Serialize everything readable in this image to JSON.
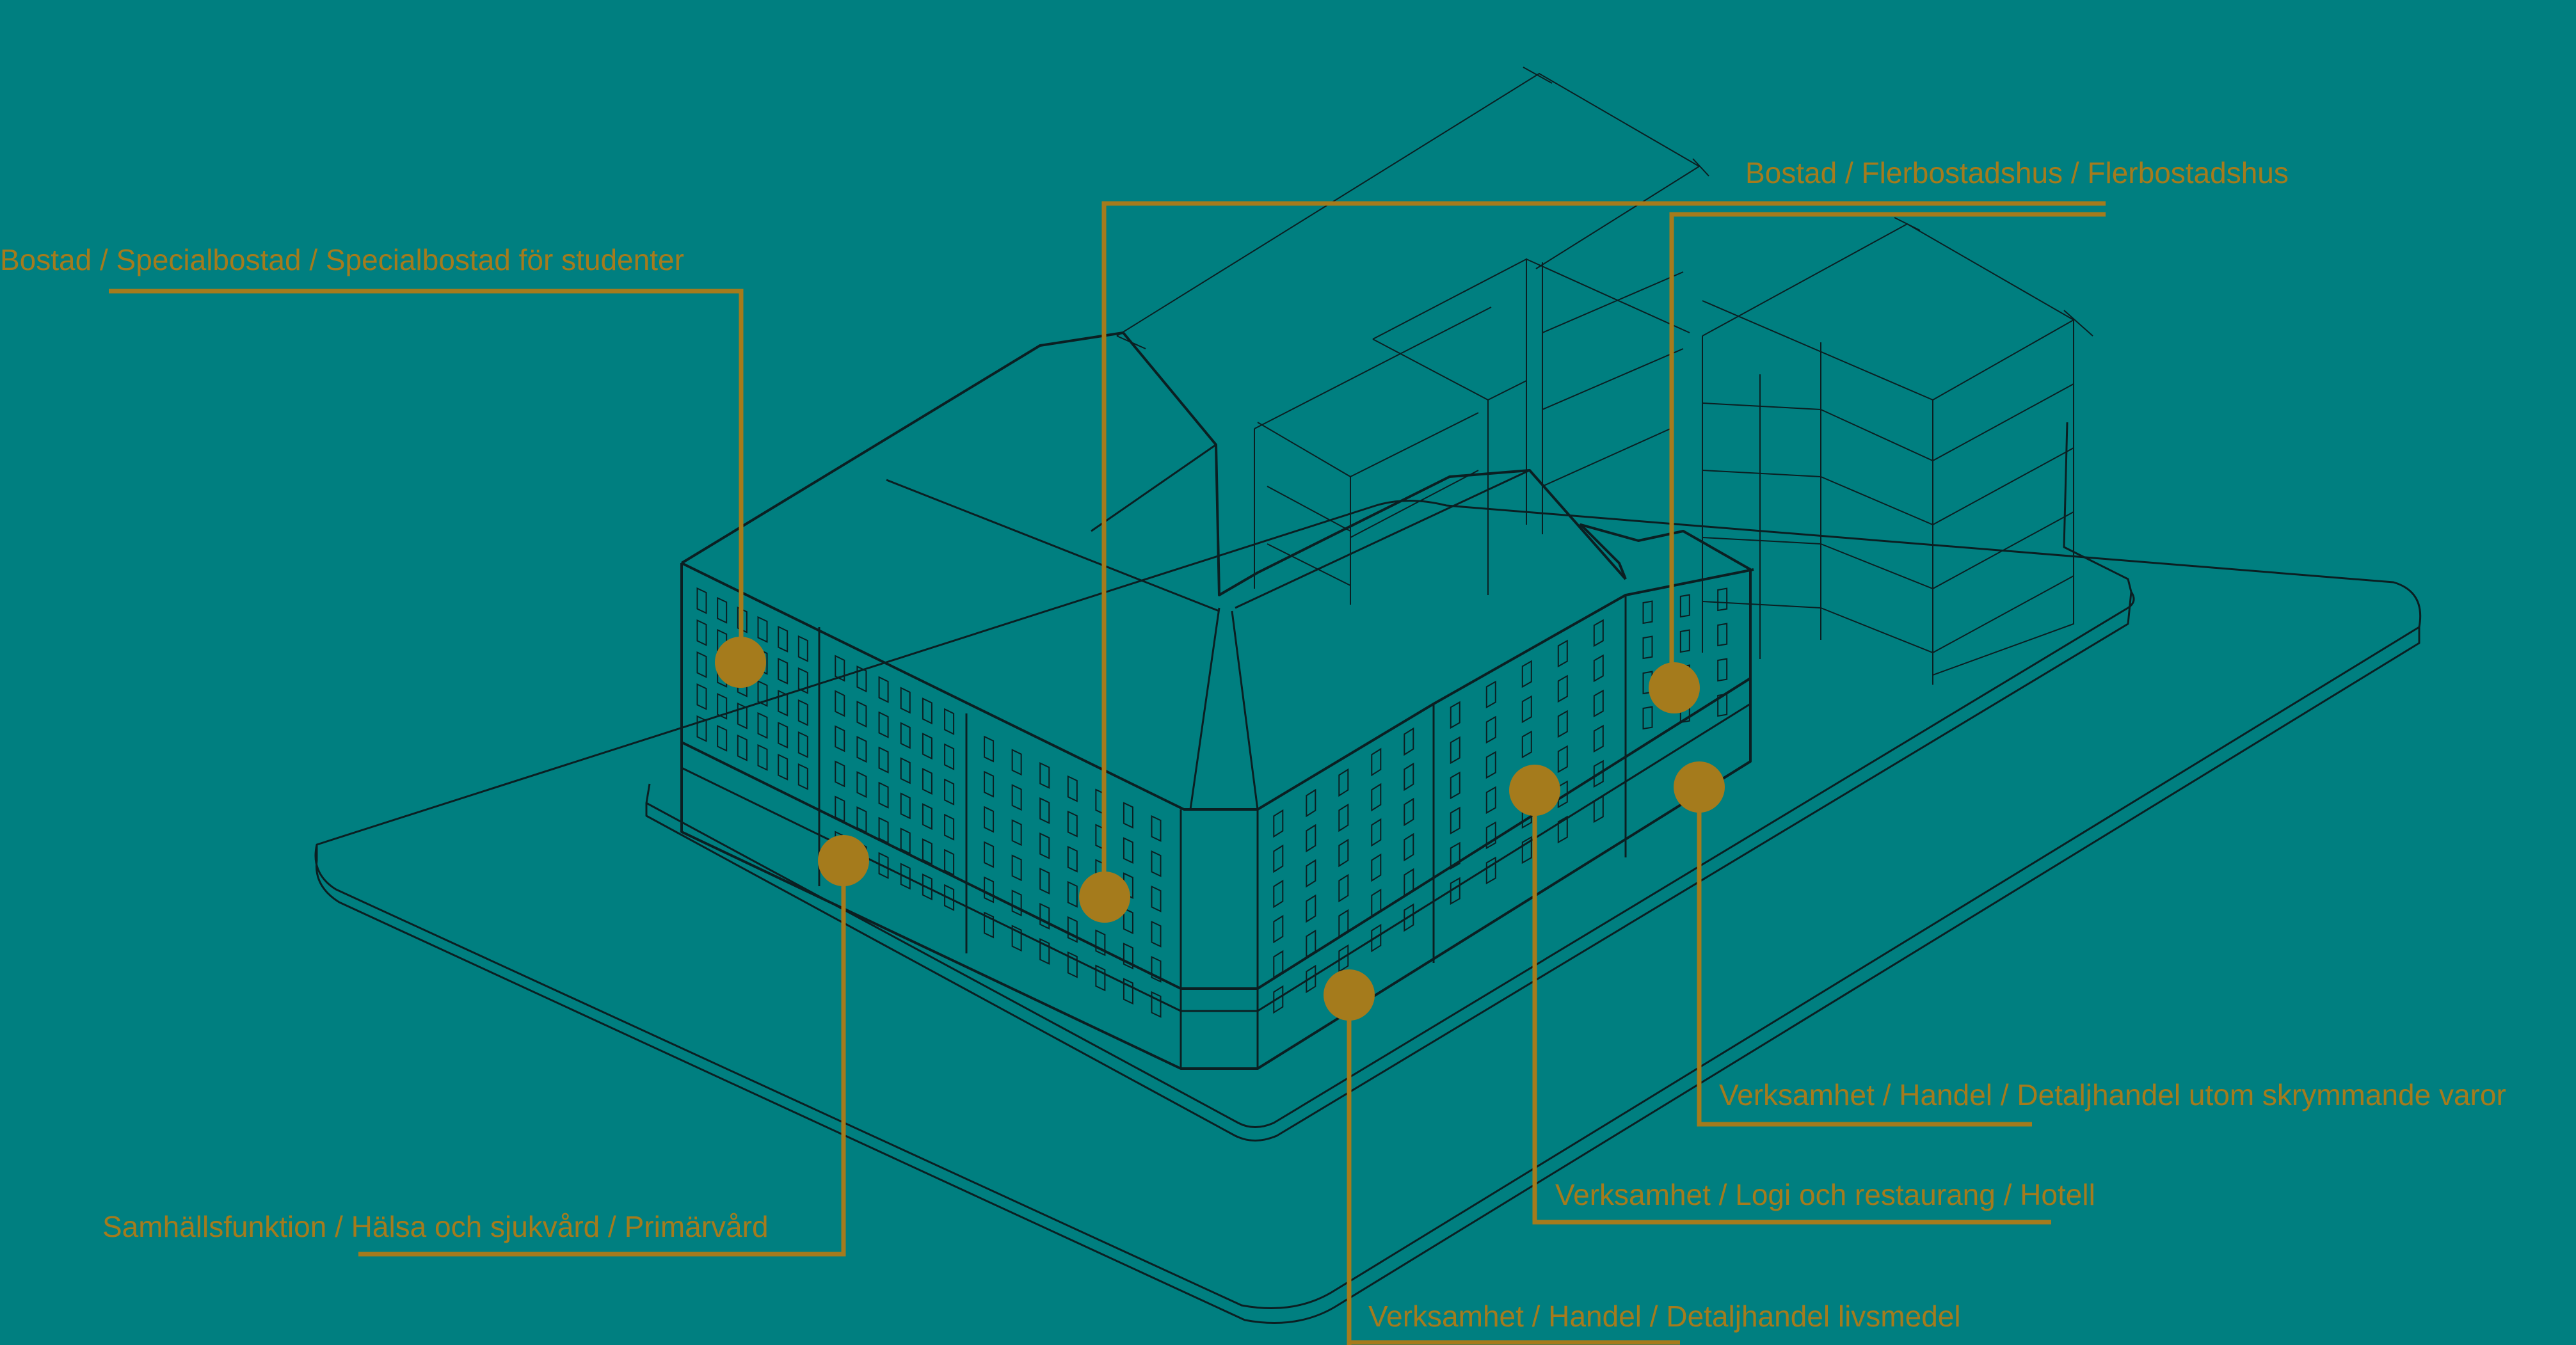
{
  "colors": {
    "background": "#007f80",
    "line": "#0b1f22",
    "accent": "#a57b1c"
  },
  "callouts": [
    {
      "id": "studentbostad",
      "text": "Bostad / Specialbostad / Specialbostad för studenter"
    },
    {
      "id": "flerbostadshus",
      "text": "Bostad / Flerbostadshus / Flerbostadshus"
    },
    {
      "id": "primarvard",
      "text": "Samhällsfunktion / Hälsa och sjukvård / Primärvård"
    },
    {
      "id": "detaljhandel-livsmedel",
      "text": "Verksamhet / Handel / Detaljhandel livsmedel"
    },
    {
      "id": "hotell",
      "text": "Verksamhet / Logi och restaurang / Hotell"
    },
    {
      "id": "detaljhandel-skrymmande",
      "text": "Verksamhet / Handel / Detaljhandel utom skrymmande varor"
    }
  ]
}
